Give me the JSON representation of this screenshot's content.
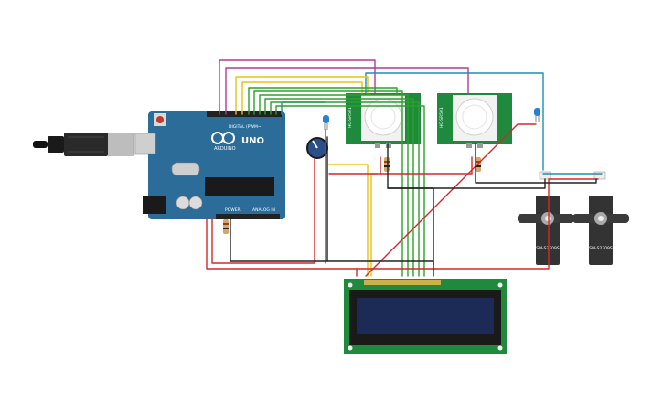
{
  "board": {
    "logo_text": "ARDUINO",
    "model_text": "UNO",
    "digital_header_label": "DIGITAL (PWM~)",
    "power_label": "POWER",
    "analog_label": "ANALOG IN"
  },
  "pir_sensors": [
    {
      "label": "HC-SR501"
    },
    {
      "label": "HC-SR501"
    }
  ],
  "servos": [
    {
      "label": "SM-S2309S"
    },
    {
      "label": "SM-S2309S"
    }
  ],
  "colors": {
    "board": "#2b6c99",
    "pir_pcb": "#1f8a3d",
    "lcd_pcb": "#1f8a3d",
    "lcd_screen": "#1c2b55",
    "servo_body": "#333333",
    "wire_red": "#d62728",
    "wire_black": "#222222",
    "wire_magenta": "#b03a9e",
    "wire_yellow": "#e6c21a",
    "wire_green": "#2ca02c",
    "wire_teal": "#1f8fb0",
    "led_blue": "#2a7fd4"
  }
}
